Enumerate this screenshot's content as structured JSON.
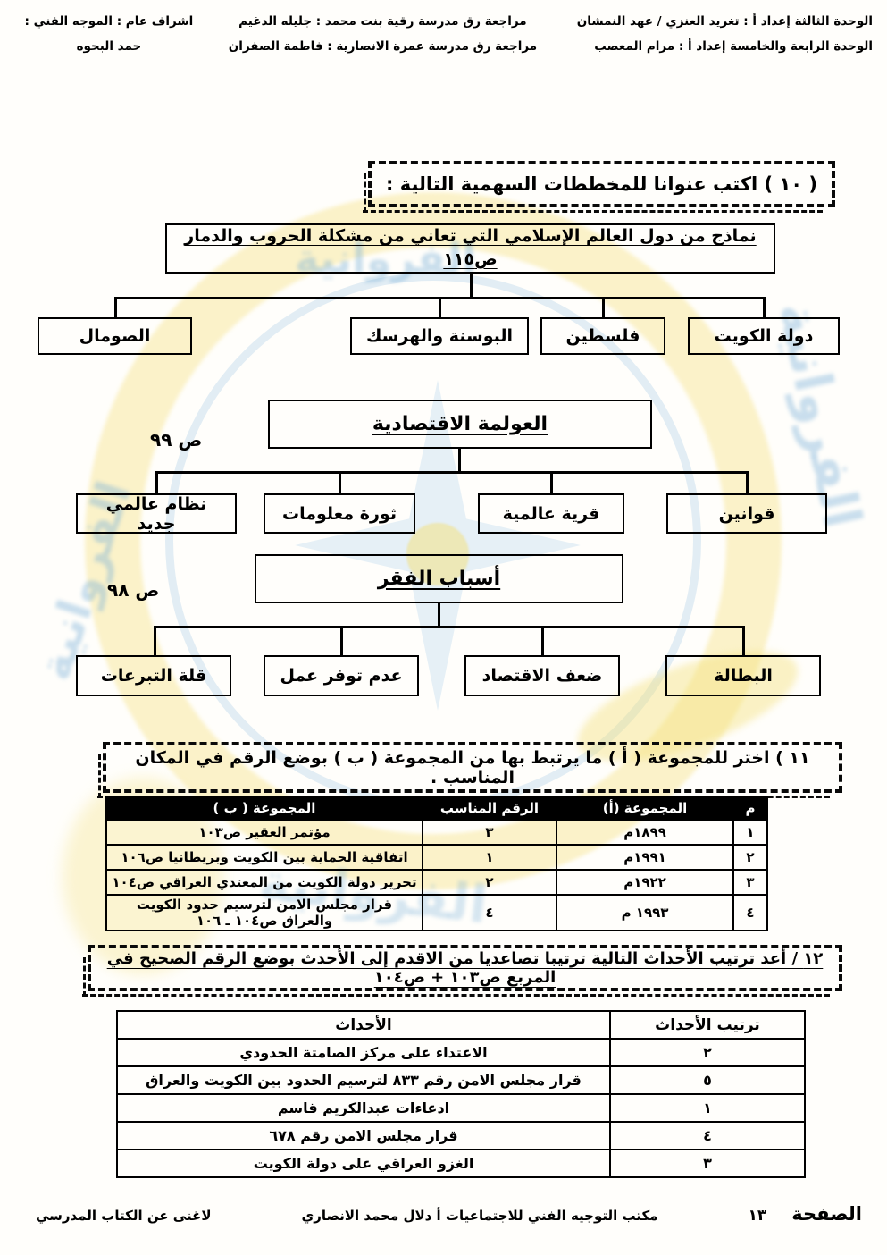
{
  "header": {
    "unit3": "الوحدة الثالثة    إعداد أ : تغريد العنزي / عهد النمشان",
    "unit45": "الوحدة الرابعة والخامسة    إعداد أ : مرام المعصب",
    "review1": "مراجعة    رق مدرسة رقية بنت محمد : جليله الدغيم",
    "review2": "مراجعة   رق مدرسة عمرة الانصارية : فاطمة الصفران",
    "supervision": "اشراف عام : الموجه الفني :",
    "supervisor": "حمد البحوه"
  },
  "q10": {
    "title": "( ١٠ ) اكتب عنوانا للمخططات السهمية التالية :",
    "charts": [
      {
        "title": "نماذج من دول العالم الإسلامي التي تعاني من مشكلة الحروب والدمار ص١١٥",
        "page_label": "",
        "children": [
          "دولة الكويت",
          "فلسطين",
          "البوسنة والهرسك",
          "الصومال"
        ]
      },
      {
        "title": "العولمة الاقتصادية",
        "page_label": "ص ٩٩",
        "children": [
          "قوانين",
          "قرية عالمية",
          "ثورة معلومات",
          "نظام عالمي جديد"
        ]
      },
      {
        "title": "أسباب الفقر",
        "page_label": "ص ٩٨",
        "children": [
          "البطالة",
          "ضعف الاقتصاد",
          "عدم توفر عمل",
          "قلة التبرعات"
        ]
      }
    ]
  },
  "q11": {
    "title": "١١ ) اختر للمجموعة ( أ ) ما يرتبط بها من المجموعة ( ب ) بوضع الرقم في المكان المناسب .",
    "table": {
      "headers": {
        "num": "م",
        "group_a": "المجموعة (أ)",
        "match": "الرقم المناسب",
        "group_b": "المجموعة ( ب )"
      },
      "rows": [
        {
          "num": "١",
          "group_a": "١٨٩٩م",
          "match": "٣",
          "group_b": "مؤتمر العقير  ص١٠٣"
        },
        {
          "num": "٢",
          "group_a": "١٩٩١م",
          "match": "١",
          "group_b": "اتفاقية الحماية بين الكويت وبريطانيا ص١٠٦"
        },
        {
          "num": "٣",
          "group_a": "١٩٢٢م",
          "match": "٢",
          "group_b": "تحرير دولة الكويت من المعتدي العراقي ص١٠٤"
        },
        {
          "num": "٤",
          "group_a": "١٩٩٣ م",
          "match": "٤",
          "group_b": "قرار مجلس الامن لترسيم حدود الكويت والعراق ص١٠٤ ـ ١٠٦"
        }
      ]
    }
  },
  "q12": {
    "title": "١٢ / أعد ترتيب الأحداث التالية ترتيبا تصاعديا من الاقدم إلى الأحدث بوضع الرقم الصحيح في المربع ص١٠٣ + ص١٠٤",
    "table": {
      "headers": {
        "events": "الأحداث",
        "order": "ترتيب الأحداث"
      },
      "rows": [
        {
          "event": "الاعتداء على مركز الصامتة الحدودي",
          "order": "٢"
        },
        {
          "event": "قرار مجلس الامن رقم ٨٣٣ لترسيم الحدود بين الكويت والعراق",
          "order": "٥"
        },
        {
          "event": "ادعاءات عبدالكريم قاسم",
          "order": "١"
        },
        {
          "event": "قرار مجلس الامن رقم ٦٧٨",
          "order": "٤"
        },
        {
          "event": "الغزو العراقي على دولة الكويت",
          "order": "٣"
        }
      ]
    }
  },
  "footer": {
    "page_label": "الصفحة",
    "page_number": "١٣",
    "office": "مكتب التوجيه الفني للاجتماعيات  أ دلال محمد الانصاري",
    "note": "لاغنى عن الكتاب المدرسي"
  },
  "watermark": {
    "text": "الفروانية",
    "accent_yellow": "#f1dd79",
    "accent_blue": "#9cc8e2"
  }
}
